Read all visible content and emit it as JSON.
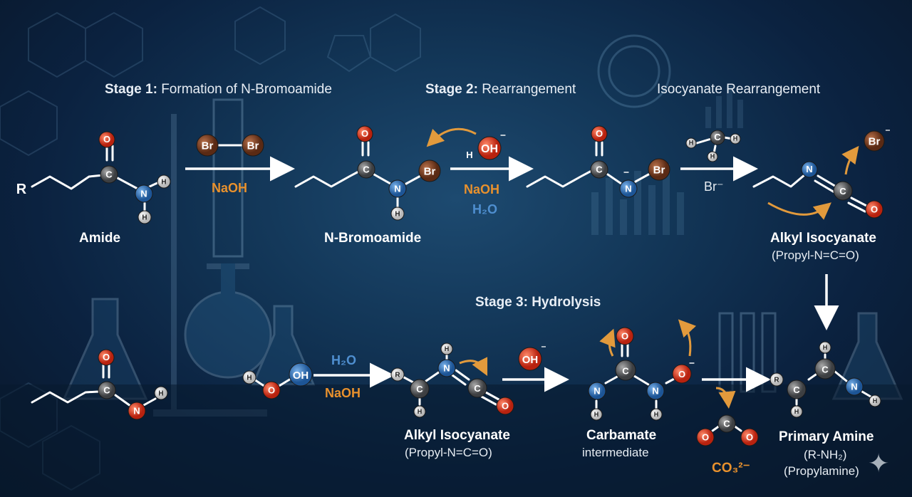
{
  "stages": {
    "stage1": {
      "bold": "Stage 1:",
      "rest": " Formation of N-Bromoamide"
    },
    "stage2": {
      "bold": "Stage 2:",
      "rest": " Rearrangement"
    },
    "stage2b": {
      "text": "Isocyanate Rearrangement"
    },
    "stage3": {
      "text": "Stage 3: Hydrolysis"
    }
  },
  "compounds": {
    "amide": "Amide",
    "n_bromoamide": "N-Bromoamide",
    "alkyl_isocyanate_top": "Alkyl Isocyanate",
    "alkyl_isocyanate_top_formula": "(Propyl-N=C=O)",
    "alkyl_isocyanate_bottom": "Alkyl Isocyanate",
    "alkyl_isocyanate_bottom_formula": "(Propyl-N=C=O)",
    "carbamate": "Carbamate",
    "carbamate_sub": "intermediate",
    "primary_amine": "Primary Amine",
    "primary_amine_formula": "(R-NH₂)",
    "primary_amine_name": "(Propylamine)"
  },
  "reagents": {
    "naoh_1": "NaOH",
    "naoh_2": "NaOH",
    "h2o_2": "H₂O",
    "h2o_3": "H₂O",
    "naoh_3": "NaOH",
    "br_minus": "Br⁻",
    "co3": "CO₃²⁻"
  },
  "atoms": {
    "R": "R",
    "O": "O",
    "C": "C",
    "N": "N",
    "H": "H",
    "Br": "Br",
    "OH": "OH",
    "OH_minus": "OH⁻",
    "O_minus": "O⁻",
    "minus": "⁻"
  },
  "colors": {
    "oxygen": "#d8351f",
    "carbon": "#55585c",
    "nitrogen": "#2a6bb3",
    "hydrogen": "#e9e9e9",
    "bromine": "#7a3e22",
    "arrow_orange": "#e29a3c",
    "arrow_white": "#ffffff",
    "reagent_orange": "#e8912d",
    "reagent_blue": "#4f8fd0"
  }
}
